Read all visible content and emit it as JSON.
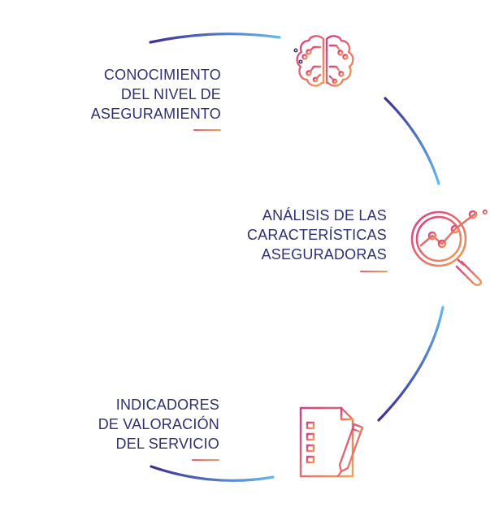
{
  "colors": {
    "text": "#2f2f72",
    "arc_start": "#3f2f8f",
    "arc_end": "#64b8ef",
    "icon_start": "#d83a86",
    "icon_end": "#f0a057",
    "underline_start": "#f05a78",
    "underline_end": "#f0a057"
  },
  "steps": [
    {
      "id": "conocimiento",
      "icon": "brain-circuit-icon",
      "lines": [
        "CONOCIMIENTO",
        "DEL NIVEL DE",
        "ASEGURAMIENTO"
      ]
    },
    {
      "id": "analisis",
      "icon": "magnifier-chart-icon",
      "lines": [
        "ANÁLISIS DE LAS",
        "CARACTERÍSTICAS",
        "ASEGURADORAS"
      ]
    },
    {
      "id": "indicadores",
      "icon": "checklist-pencil-icon",
      "lines": [
        "INDICADORES",
        "DE VALORACIÓN",
        "DEL SERVICIO"
      ]
    }
  ]
}
